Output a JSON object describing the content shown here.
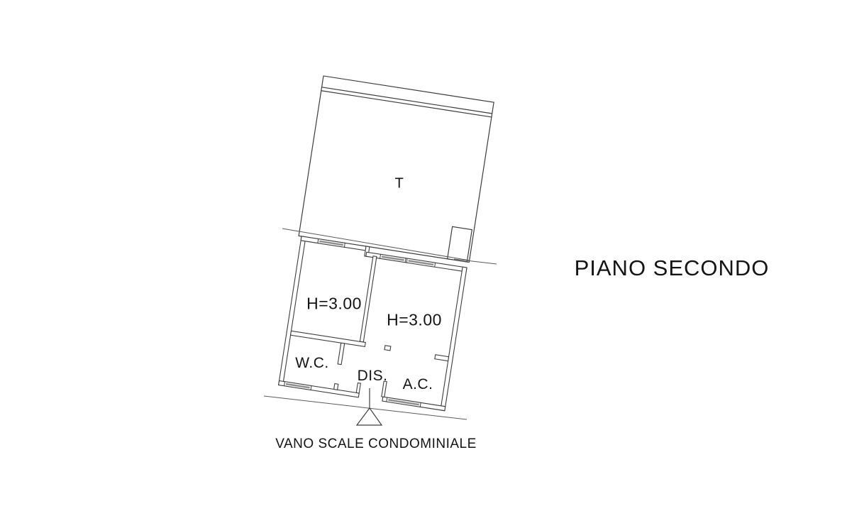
{
  "page": {
    "background": "#ffffff",
    "kind": "architectural floor plan drawing"
  },
  "plan_title": {
    "text": "PIANO SECONDO"
  },
  "caption": {
    "text": "VANO SCALE CONDOMINIALE"
  },
  "rooms": {
    "terrace": {
      "label": "T"
    },
    "room_left": {
      "label": "H=3.00"
    },
    "room_right": {
      "label": "H=3.00"
    },
    "wc": {
      "label": "W.C."
    },
    "dis": {
      "label": "DIS."
    },
    "ac": {
      "label": "A.C."
    }
  },
  "drawing": {
    "rotation_deg": 8.8,
    "colors": {
      "wall_line": "#3d3d3d",
      "thin_line": "#5a5a5a",
      "window_hatch": "#8f8f8f",
      "text": "#141414",
      "background": "#ffffff"
    },
    "features": [
      "terrace-parapet-band",
      "hatched-windows",
      "entrance-arrow",
      "section-cut-lines",
      "door-openings"
    ]
  }
}
